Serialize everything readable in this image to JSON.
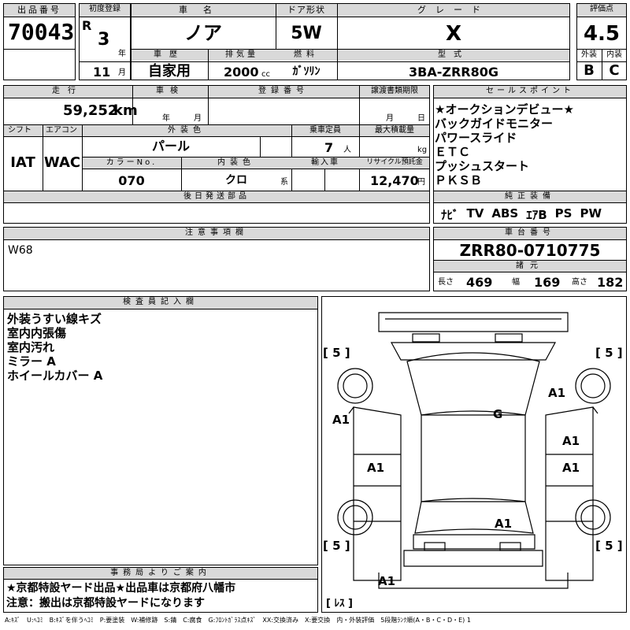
{
  "top": {
    "lot_no_label": "出品番号",
    "lot_no": "70043",
    "first_reg_label": "初度登録",
    "era": "R",
    "reg_year": "3",
    "year_unit": "年",
    "reg_month": "11",
    "month_unit": "月",
    "car_name_label": "車名",
    "car_name": "ノア",
    "door_label": "ドア形状",
    "door": "5W",
    "grade_label": "グレード",
    "grade": "X",
    "score_label": "評価点",
    "score": "4.5",
    "exterior_label": "外装",
    "exterior": "B",
    "interior_label": "内装",
    "interior": "C",
    "history_label": "車歴",
    "history": "自家用",
    "displacement_label": "排気量",
    "displacement": "2000",
    "displacement_unit": "cc",
    "fuel_label": "燃料",
    "fuel": "ｶﾞｿﾘﾝ",
    "model_label": "型式",
    "model": "3BA-ZRR80G"
  },
  "row2": {
    "mileage_label": "走行",
    "mileage": "59,252",
    "mileage_unit": "km",
    "inspection_label": "車検",
    "insp_year_unit": "年",
    "insp_month_unit": "月",
    "reg_no_label": "登録番号",
    "doc_transfer_label": "譲渡書類期限",
    "doc_month_unit": "月",
    "doc_day_unit": "日",
    "shift_label": "シフト",
    "shift": "IAT",
    "ac_label": "エアコン",
    "ac": "WAC",
    "ext_color_label": "外装色",
    "ext_color": "パール",
    "capacity_label": "乗車定員",
    "capacity": "7",
    "capacity_unit": "人",
    "max_load_label": "最大積載量",
    "max_load_unit": "kg",
    "color_no_label": "カラーNo.",
    "color_no": "070",
    "int_color_label": "内装色",
    "int_color": "クロ",
    "int_color_unit": "系",
    "import_label": "輸入車",
    "recycle_label": "リサイクル預託金",
    "recycle": "12,470",
    "recycle_unit": "円",
    "later_parts_label": "後日発送部品"
  },
  "sales_points": {
    "label": "セールスポイント",
    "items": [
      "★オークションデビュー★",
      "バックガイドモニター",
      "パワースライド",
      "ＥＴＣ",
      "プッシュスタート",
      "ＰＫＳＢ"
    ]
  },
  "equipment": {
    "label": "純正装備",
    "items": [
      "ﾅﾋﾞ",
      "TV",
      "ABS",
      "ｴｱB",
      "PS",
      "PW"
    ]
  },
  "notes": {
    "label": "注意事項欄",
    "text": "W68"
  },
  "chassis": {
    "label": "車台番号",
    "number": "ZRR80-0710775",
    "dims_label": "諸元",
    "length_label": "長さ",
    "length": "469",
    "width_label": "幅",
    "width": "169",
    "height_label": "高さ",
    "height": "182"
  },
  "inspector": {
    "label": "検査員記入欄",
    "lines": [
      "外装うすい線キズ",
      "室内内張傷",
      "室内汚れ",
      "ミラー A",
      "ホイールカバー A"
    ]
  },
  "office": {
    "label": "事務局よりご案内",
    "lines": [
      "★京都特設ヤード出品★出品車は京都府八幡市",
      "注意：搬出は京都特設ヤードになります"
    ]
  },
  "diagram": {
    "tire_front_left": "[ 5 ]",
    "tire_front_right": "[ 5 ]",
    "tire_rear_left": "[ 5 ]",
    "tire_rear_right": "[ 5 ]",
    "spare": "[ ﾚｽ ]",
    "marks": {
      "right_front_fender": "A1",
      "left_front_door": "A1",
      "right_front_door": "A1",
      "left_rear_door": "A1",
      "right_rear_door": "A1",
      "roof_rear": "A1",
      "rear_bumper": "A1",
      "windshield": "G"
    }
  },
  "legend": "A:ｷｽﾞ　U:ﾍｺﾐ　B:ｷｽﾞを伴うﾍｺﾐ　P:要塗装　W:補修跡　S:錆　C:腐食　G:ﾌﾛﾝﾄｶﾞﾗｽ点ｷｽﾞ　XX:交換済み　X:要交換　内・外装評価　5段階ﾗﾝｸ順(A・B・C・D・E) 1"
}
